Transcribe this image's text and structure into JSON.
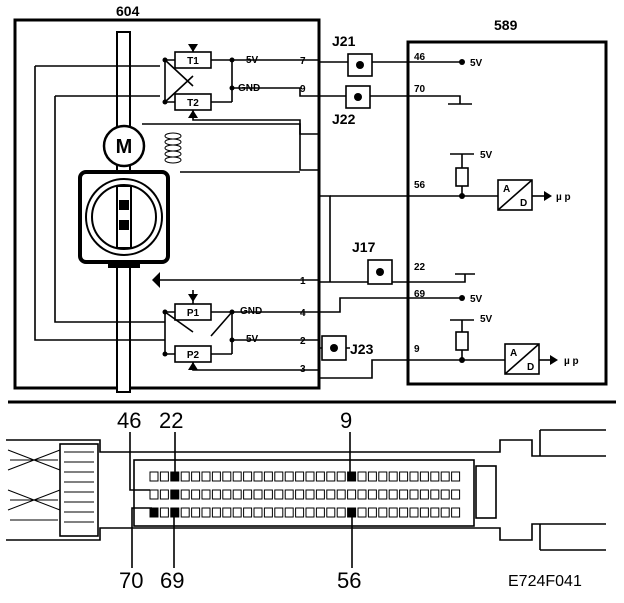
{
  "title_left": "604",
  "title_right": "589",
  "resistors_top": [
    "T1",
    "T2"
  ],
  "resistors_bottom": [
    "P1",
    "P2"
  ],
  "motor_label": "M",
  "pin_labels_604": [
    "7",
    "9",
    "1",
    "4",
    "2",
    "3"
  ],
  "pin_labels_589": [
    "46",
    "70",
    "56",
    "22",
    "69",
    "9"
  ],
  "junctions": [
    "J21",
    "J22",
    "J17",
    "J23"
  ],
  "supply_labels": {
    "t1": "5V",
    "t2": "GND",
    "p1": "GND",
    "p2": "5V",
    "pin46": "5V",
    "adc_top": "5V",
    "pin69": "5V",
    "adc_bottom": "5V"
  },
  "adc_labels": {
    "a": "A",
    "d": "D"
  },
  "output_label": "µ p",
  "connector_numbers_top": [
    "46",
    "22",
    "9"
  ],
  "connector_numbers_bottom": [
    "70",
    "69",
    "56"
  ],
  "figure_code": "E724F041"
}
